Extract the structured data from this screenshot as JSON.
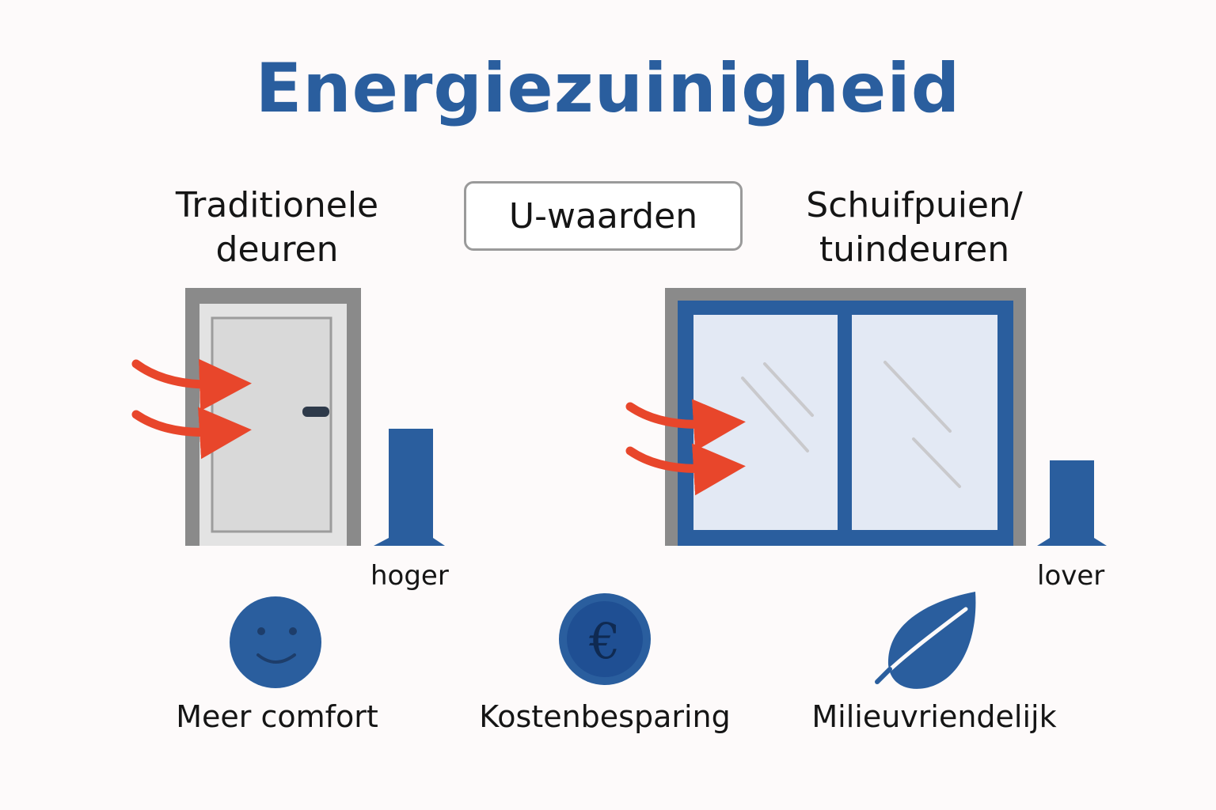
{
  "title": "Energiezuinigheid",
  "left_heading": [
    "Traditionele",
    "deuren"
  ],
  "center_badge": "U-waarden",
  "right_heading": [
    "Schuifpuien/",
    "tuindeuren"
  ],
  "left_bar_label": "hoger",
  "right_bar_label": "lover",
  "benefits": [
    {
      "label": "Meer comfort",
      "icon": "smiley-icon"
    },
    {
      "label": "Kostenbesparing",
      "icon": "euro-coin-icon"
    },
    {
      "label": "Milieuvriendelijk",
      "icon": "leaf-icon"
    }
  ],
  "colors": {
    "primary_blue": "#2a5e9e",
    "heat_arrow": "#e8462b",
    "door_frame": "#8a8a8a",
    "door_panel": "#dcdcdc",
    "glass": "#e3e9f4"
  }
}
